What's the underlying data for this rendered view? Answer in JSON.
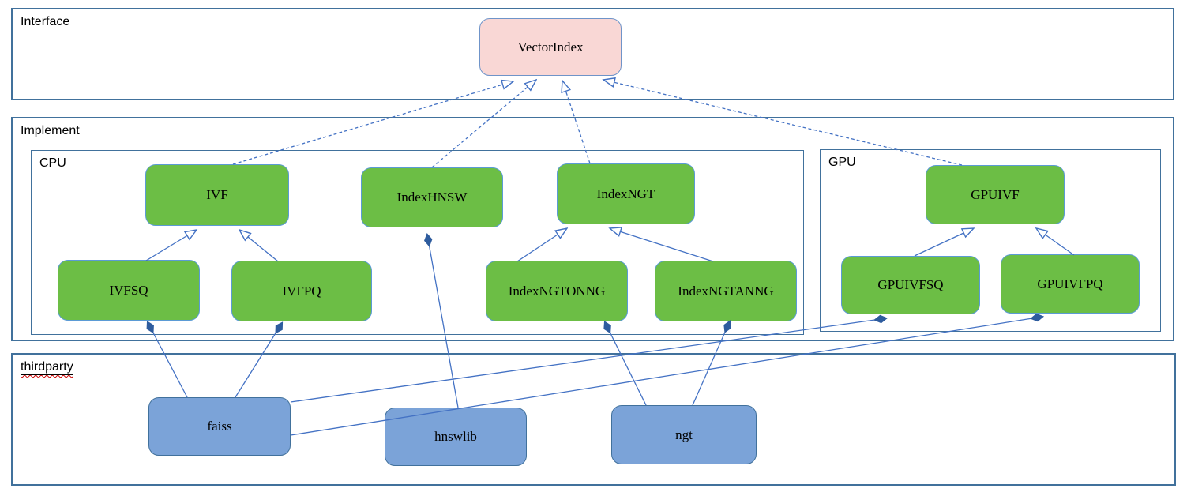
{
  "diagram": {
    "sections": {
      "interface": {
        "label": "Interface"
      },
      "implement": {
        "label": "Implement"
      },
      "cpu": {
        "label": "CPU"
      },
      "gpu": {
        "label": "GPU"
      },
      "thirdparty": {
        "label": "thirdparty"
      }
    },
    "nodes": {
      "vectorindex": {
        "label": "VectorIndex"
      },
      "ivf": {
        "label": "IVF"
      },
      "indexhnsw": {
        "label": "IndexHNSW"
      },
      "indexngt": {
        "label": "IndexNGT"
      },
      "ivfsq": {
        "label": "IVFSQ"
      },
      "ivfpq": {
        "label": "IVFPQ"
      },
      "indexngtonng": {
        "label": "IndexNGTONNG"
      },
      "indexngtanng": {
        "label": "IndexNGTANNG"
      },
      "gpuivf": {
        "label": "GPUIVF"
      },
      "gpuivfsq": {
        "label": "GPUIVFSQ"
      },
      "gpuivfpq": {
        "label": "GPUIVFPQ"
      },
      "faiss": {
        "label": "faiss"
      },
      "hnswlib": {
        "label": "hnswlib"
      },
      "ngt": {
        "label": "ngt"
      }
    },
    "colors": {
      "interface_node_fill": "#f9d7d5",
      "implement_node_fill": "#6cbe45",
      "thirdparty_node_fill": "#7ba3d8",
      "connector": "#4472c4",
      "diamond_fill": "#2e5c9e",
      "container_border": "#41719c",
      "spellcheck_underline": "#cc0000"
    },
    "relations": [
      {
        "from": "IVF",
        "to": "VectorIndex",
        "type": "realization"
      },
      {
        "from": "IndexHNSW",
        "to": "VectorIndex",
        "type": "realization"
      },
      {
        "from": "IndexNGT",
        "to": "VectorIndex",
        "type": "realization"
      },
      {
        "from": "GPUIVF",
        "to": "VectorIndex",
        "type": "realization"
      },
      {
        "from": "IVFSQ",
        "to": "IVF",
        "type": "inheritance"
      },
      {
        "from": "IVFPQ",
        "to": "IVF",
        "type": "inheritance"
      },
      {
        "from": "IndexNGTONNG",
        "to": "IndexNGT",
        "type": "inheritance"
      },
      {
        "from": "IndexNGTANNG",
        "to": "IndexNGT",
        "type": "inheritance"
      },
      {
        "from": "GPUIVFSQ",
        "to": "GPUIVF",
        "type": "inheritance"
      },
      {
        "from": "GPUIVFPQ",
        "to": "GPUIVF",
        "type": "inheritance"
      },
      {
        "from": "faiss",
        "to": "IVFSQ",
        "type": "composition"
      },
      {
        "from": "faiss",
        "to": "IVFPQ",
        "type": "composition"
      },
      {
        "from": "faiss",
        "to": "GPUIVFSQ",
        "type": "composition"
      },
      {
        "from": "faiss",
        "to": "GPUIVFPQ",
        "type": "composition"
      },
      {
        "from": "hnswlib",
        "to": "IndexHNSW",
        "type": "composition"
      },
      {
        "from": "ngt",
        "to": "IndexNGTONNG",
        "type": "composition"
      },
      {
        "from": "ngt",
        "to": "IndexNGTANNG",
        "type": "composition"
      }
    ]
  }
}
